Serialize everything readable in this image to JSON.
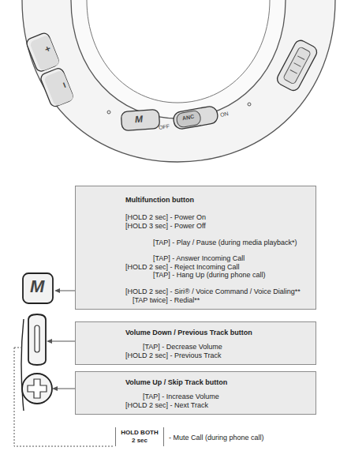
{
  "diagram": {
    "nodes": [
      {
        "text": [
          "Multifunction button",
          "[HOLD 2 sec] - Power On",
          "[HOLD 3 sec] - Power Off",
          "[TAP] - Play / Pause (during media playback*)",
          "[TAP] - Answer Incoming Call",
          "[HOLD 2 sec] - Reject Incoming Call",
          "[TAP] - Hang Up (during phone call)",
          "[HOLD 2 sec] - Siri® / Voice Command / Voice Dialing**",
          "[TAP twice] - Redial**"
        ]
      },
      {
        "text": [
          "Volume Down / Previous Track button",
          "[TAP] - Decrease Volume",
          "[HOLD 2 sec] - Previous Track"
        ]
      },
      {
        "text": [
          "Volume Up / Skip Track button",
          "[TAP] - Increase Volume",
          "[HOLD 2 sec] - Next Track"
        ]
      },
      {
        "text": [
          "HOLD BOTH 2 sec"
        ]
      }
    ],
    "edges": [],
    "labels": [
      "+",
      "−",
      "M",
      "OFF",
      "ANC",
      "ON",
      "M",
      "- Mute Call (during phone call)"
    ]
  }
}
